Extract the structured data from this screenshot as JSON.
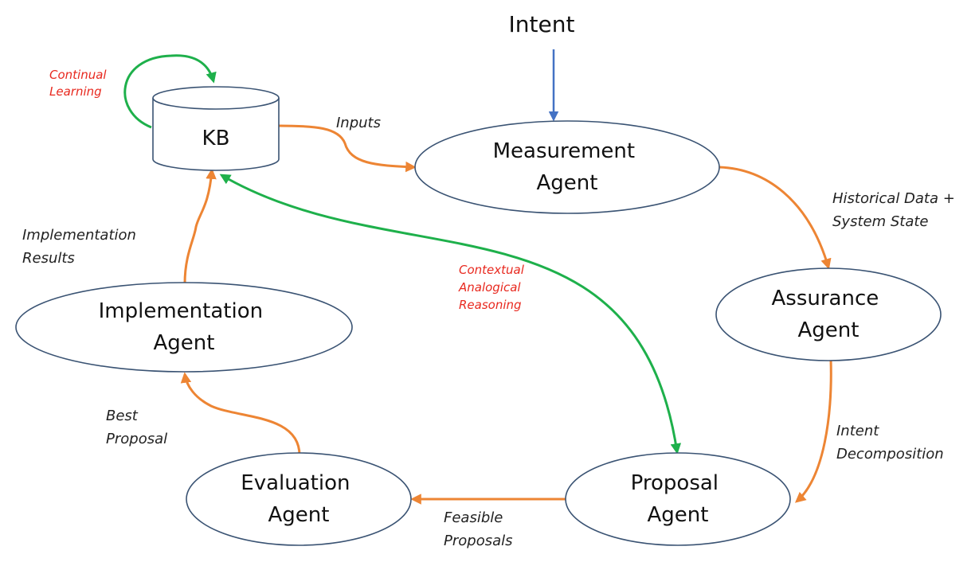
{
  "title": "Intent",
  "nodes": {
    "kb": {
      "label": "KB"
    },
    "measurement": {
      "line1": "Measurement",
      "line2": "Agent"
    },
    "assurance": {
      "line1": "Assurance",
      "line2": "Agent"
    },
    "proposal": {
      "line1": "Proposal",
      "line2": "Agent"
    },
    "evaluation": {
      "line1": "Evaluation",
      "line2": "Agent"
    },
    "implementation": {
      "line1": "Implementation",
      "line2": "Agent"
    }
  },
  "edges": {
    "continual_learning": {
      "line1": "Continual",
      "line2": "Learning"
    },
    "inputs": {
      "line1": "Inputs"
    },
    "historical": {
      "line1": "Historical Data +",
      "line2": "System State"
    },
    "intent_decomposition": {
      "line1": "Intent",
      "line2": "Decomposition"
    },
    "feasible_proposals": {
      "line1": "Feasible",
      "line2": "Proposals"
    },
    "best_proposal": {
      "line1": "Best",
      "line2": "Proposal"
    },
    "implementation_results": {
      "line1": "Implementation",
      "line2": "Results"
    },
    "contextual_reasoning": {
      "line1": "Contextual",
      "line2": "Analogical",
      "line3": "Reasoning"
    }
  },
  "colors": {
    "flow": "#ed8534",
    "knowledge": "#1eb04b",
    "intent": "#4472c4",
    "annotation": "#e8281e",
    "node_stroke": "#3a5373"
  }
}
